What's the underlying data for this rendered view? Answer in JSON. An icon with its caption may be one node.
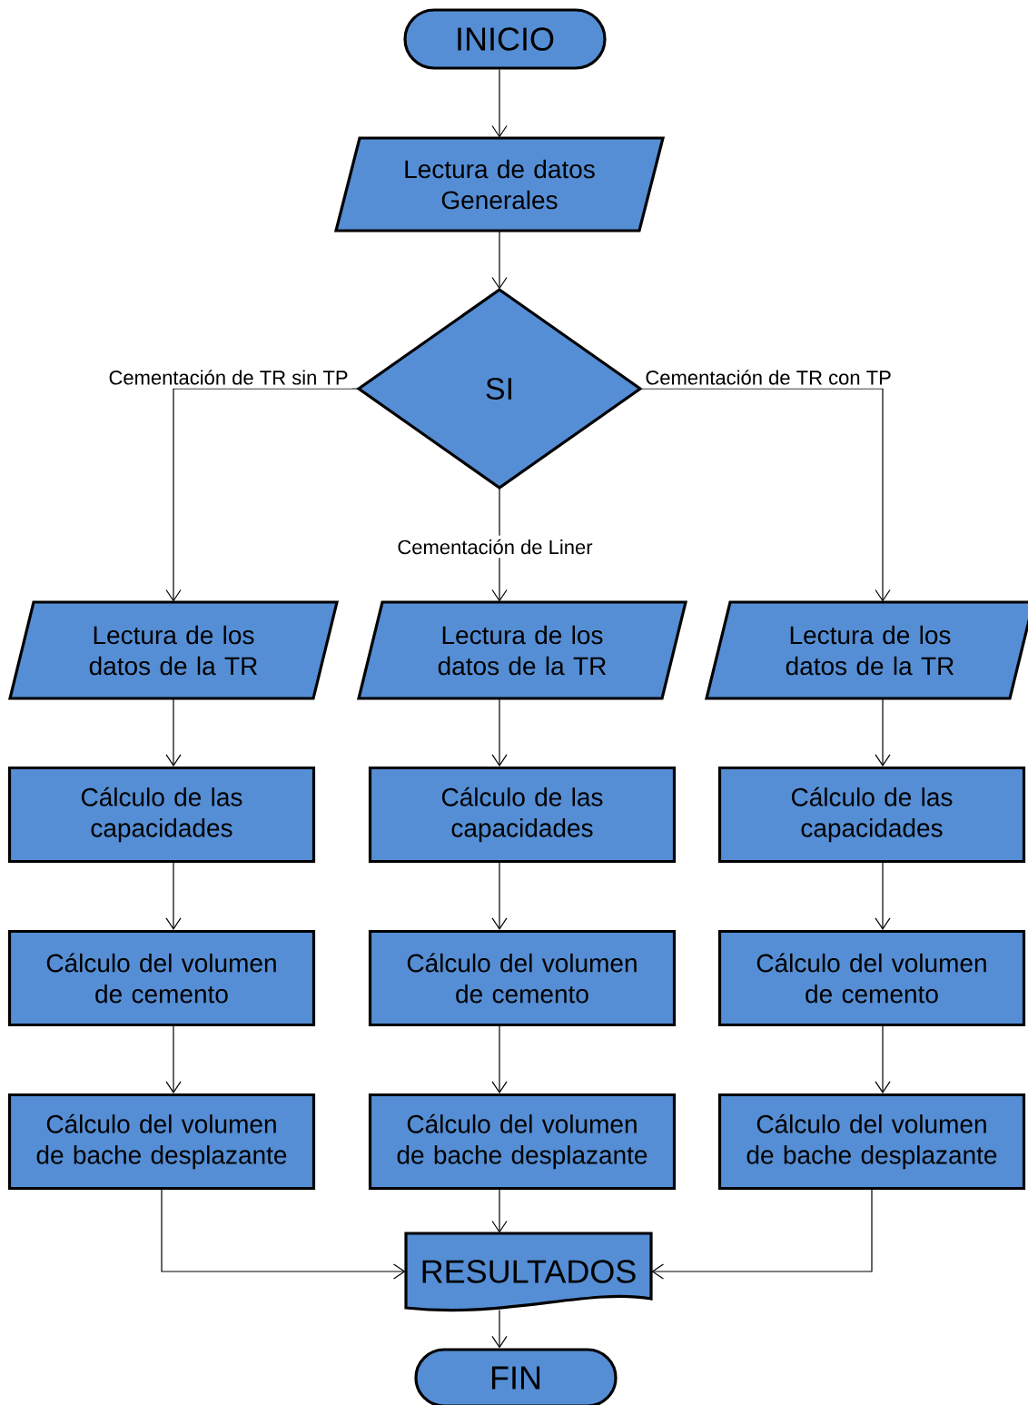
{
  "diagram": {
    "nodes": [
      {
        "text": [
          "INICIO"
        ]
      },
      {
        "text": [
          "Lectura de datos Generales"
        ]
      },
      {
        "text": [
          "SI"
        ]
      },
      {
        "text": [
          "Lectura de los datos de la TR"
        ]
      },
      {
        "text": [
          "Lectura de los datos de la TR"
        ]
      },
      {
        "text": [
          "Lectura de los datos de la TR"
        ]
      },
      {
        "text": [
          "Cálculo de las capacidades"
        ]
      },
      {
        "text": [
          "Cálculo de las capacidades"
        ]
      },
      {
        "text": [
          "Cálculo de las capacidades"
        ]
      },
      {
        "text": [
          "Cálculo del volumen de cemento"
        ]
      },
      {
        "text": [
          "Cálculo del volumen de cemento"
        ]
      },
      {
        "text": [
          "Cálculo del volumen de cemento"
        ]
      },
      {
        "text": [
          "Cálculo del volumen de bache desplazante"
        ]
      },
      {
        "text": [
          "Cálculo del volumen de bache desplazante"
        ]
      },
      {
        "text": [
          "Cálculo del volumen de bache desplazante"
        ]
      },
      {
        "text": [
          "RESULTADOS"
        ]
      },
      {
        "text": [
          "FIN"
        ]
      }
    ],
    "edges": [
      {
        "from": 0,
        "to": 1,
        "arrow": "to"
      },
      {
        "from": 1,
        "to": 2,
        "arrow": "to"
      },
      {
        "from": 2,
        "to": 3,
        "arrow": "to",
        "label": "Cementación de TR sin TP"
      },
      {
        "from": 2,
        "to": 4,
        "arrow": "to",
        "label": "Cementación de Liner"
      },
      {
        "from": 2,
        "to": 5,
        "arrow": "to",
        "label": "Cementación de TR con TP"
      },
      {
        "from": 3,
        "to": 6,
        "arrow": "to"
      },
      {
        "from": 4,
        "to": 7,
        "arrow": "to"
      },
      {
        "from": 5,
        "to": 8,
        "arrow": "to"
      },
      {
        "from": 6,
        "to": 9,
        "arrow": "to"
      },
      {
        "from": 7,
        "to": 10,
        "arrow": "to"
      },
      {
        "from": 8,
        "to": 11,
        "arrow": "to"
      },
      {
        "from": 9,
        "to": 12,
        "arrow": "to"
      },
      {
        "from": 10,
        "to": 13,
        "arrow": "to"
      },
      {
        "from": 11,
        "to": 14,
        "arrow": "to"
      },
      {
        "from": 12,
        "to": 15,
        "arrow": "to"
      },
      {
        "from": 13,
        "to": 15,
        "arrow": "to"
      },
      {
        "from": 14,
        "to": 15,
        "arrow": "to"
      },
      {
        "from": 15,
        "to": 16,
        "arrow": "to"
      }
    ]
  }
}
